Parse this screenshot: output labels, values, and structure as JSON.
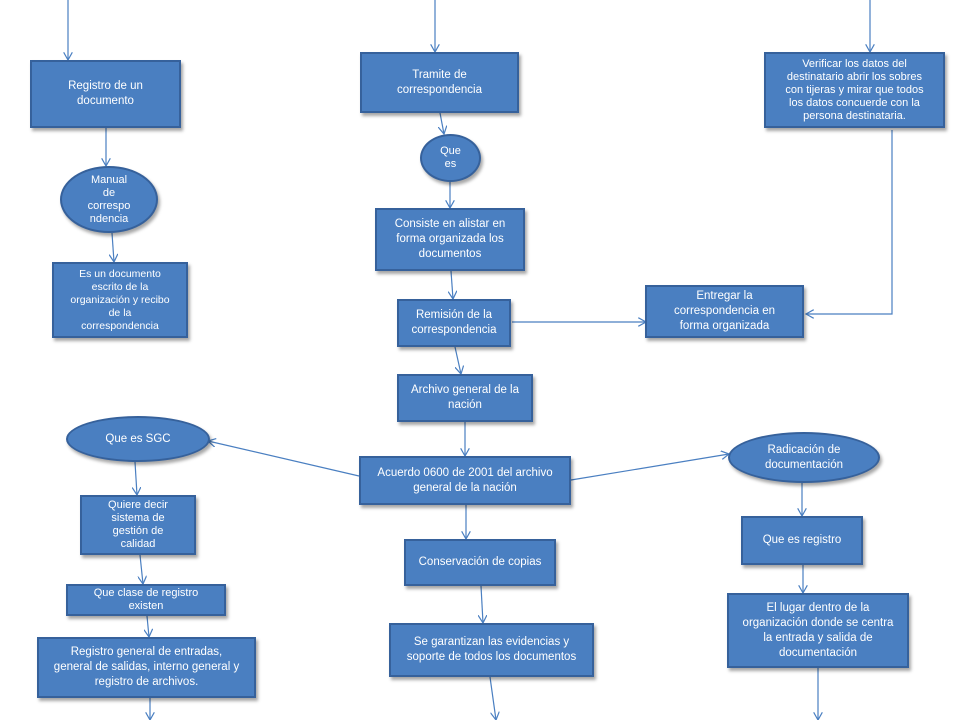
{
  "nodes": {
    "registro": "Registro de un\ndocumento",
    "manual": "Manual\nde\ncorrespo\nndencia",
    "es_un_documento": "Es un documento\nescrito de la\norganización y recibo\nde la\ncorrespondencia",
    "tramite": "Tramite de\ncorrespondencia",
    "que_es": "Que\nes",
    "consiste": "Consiste en alistar en\nforma organizada los\ndocumentos",
    "remision": "Remisión de la\ncorrespondencia",
    "archivo_general": "Archivo general de la\nnación",
    "acuerdo": "Acuerdo 0600 de 2001 del archivo\ngeneral de la nación",
    "conservacion": "Conservación de copias",
    "se_garantizan": "Se garantizan  las evidencias y\nsoporte de todos los documentos",
    "verificar": "Verificar los datos del\ndestinatario abrir los sobres\ncon tijeras y mirar que todos\nlos datos concuerde con la\npersona destinataria.",
    "entregar": "Entregar la\ncorrespondencia en\nforma organizada",
    "que_es_sgc": "Que es SGC",
    "quiere_decir": "Quiere decir\nsistema de\ngestión de\ncalidad",
    "que_clase": "Que clase de registro\nexisten",
    "registro_general": "Registro general de entradas,\ngeneral de salidas,  interno general y\nregistro de archivos.",
    "radicacion": "Radicación de\ndocumentación",
    "que_es_registro": "Que es registro",
    "el_lugar": "El lugar dentro de la\norganización donde se centra\nla entrada y salida de\ndocumentación"
  }
}
